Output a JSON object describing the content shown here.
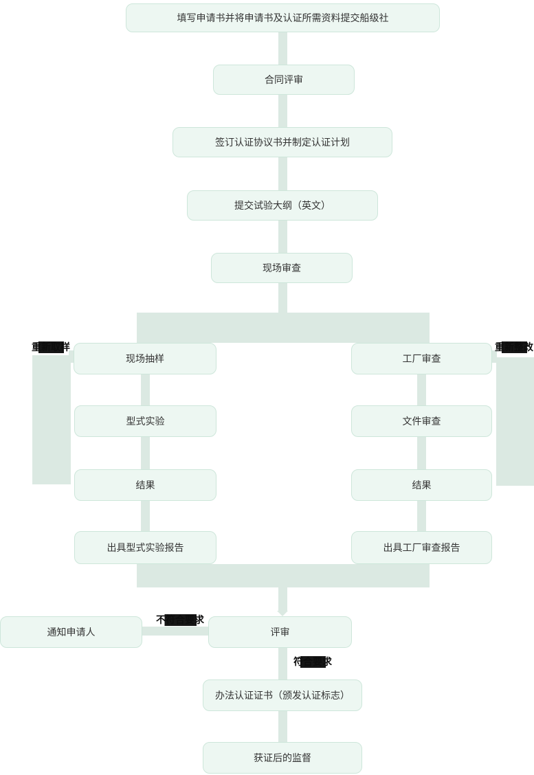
{
  "diagram": {
    "type": "flowchart",
    "nodes": {
      "apply": "填写申请书并将申请书及认证所需资料提交船级社",
      "contract_review": "合同评审",
      "sign_agreement": "签订认证协议书并制定认证计划",
      "test_outline": "提交试验大纲（英文）",
      "onsite_review": "现场审查",
      "onsite_sampling": "现场抽样",
      "factory_audit": "工厂审查",
      "type_test": "型式实验",
      "doc_review": "文件审查",
      "result_left": "结果",
      "result_right": "结果",
      "type_test_report": "出具型式实验报告",
      "factory_audit_report": "出具工厂审查报告",
      "notify_applicant": "通知申请人",
      "review": "评审",
      "issue_certificate": "办法认证证书（颁发认证标志）",
      "post_cert_supervision": "获证后的监督"
    },
    "edge_labels": {
      "resample": "重新取样",
      "rework": "重新整改",
      "not_meet": "不符合要求",
      "meet": "符合要求"
    },
    "colors": {
      "background": "#ffffff",
      "node_fill": "#edf7f2",
      "node_border": "#cde6da",
      "connector": "#dbe9e2",
      "node_text": "#333333",
      "edge_label_text": "#0d0d0d",
      "edge_label_band": "#161616"
    }
  }
}
